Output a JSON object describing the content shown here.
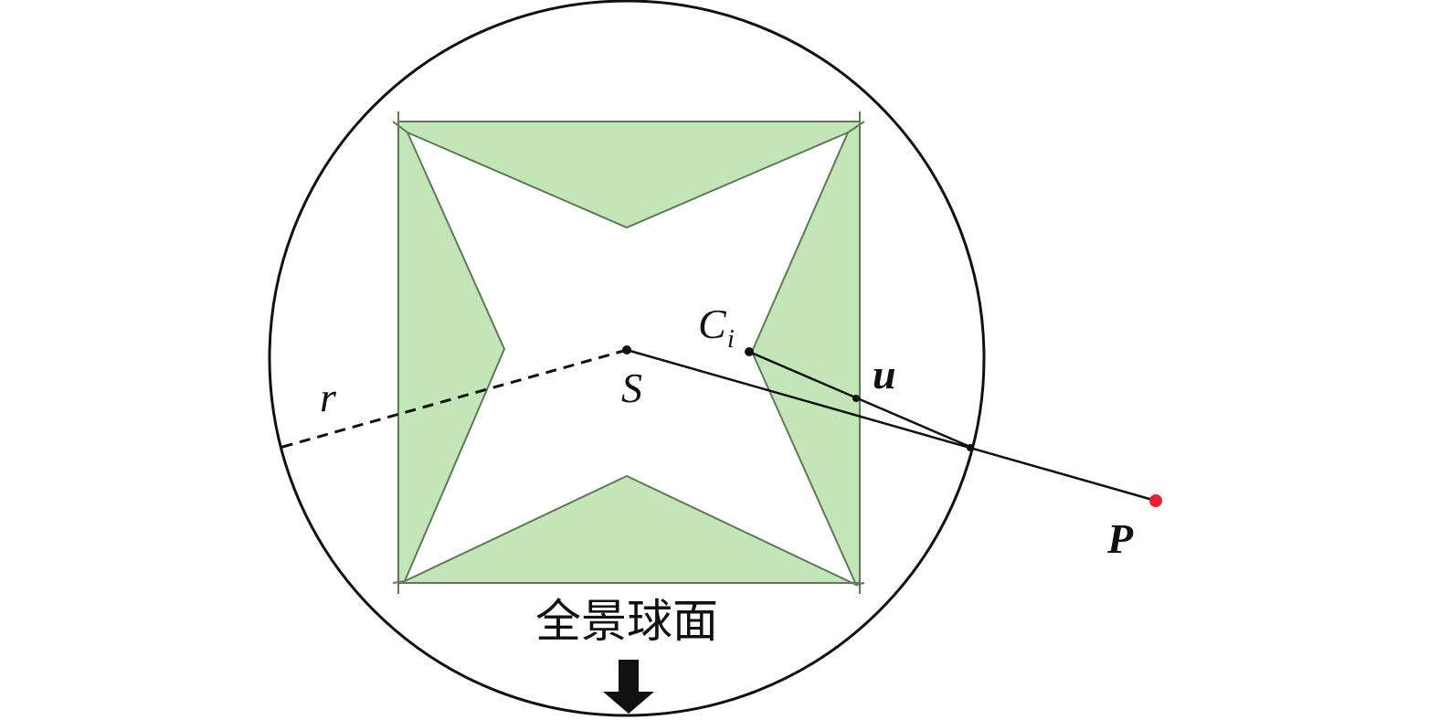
{
  "labels": {
    "r": "r",
    "S": "S",
    "C": "C",
    "C_sub": "i",
    "u": "u",
    "P": "P",
    "caption": "全景球面"
  },
  "colors": {
    "green_fill": "#c3e6b8",
    "green_stroke": "#5e7a57",
    "line": "#111111",
    "point_P": "#e8202a"
  }
}
